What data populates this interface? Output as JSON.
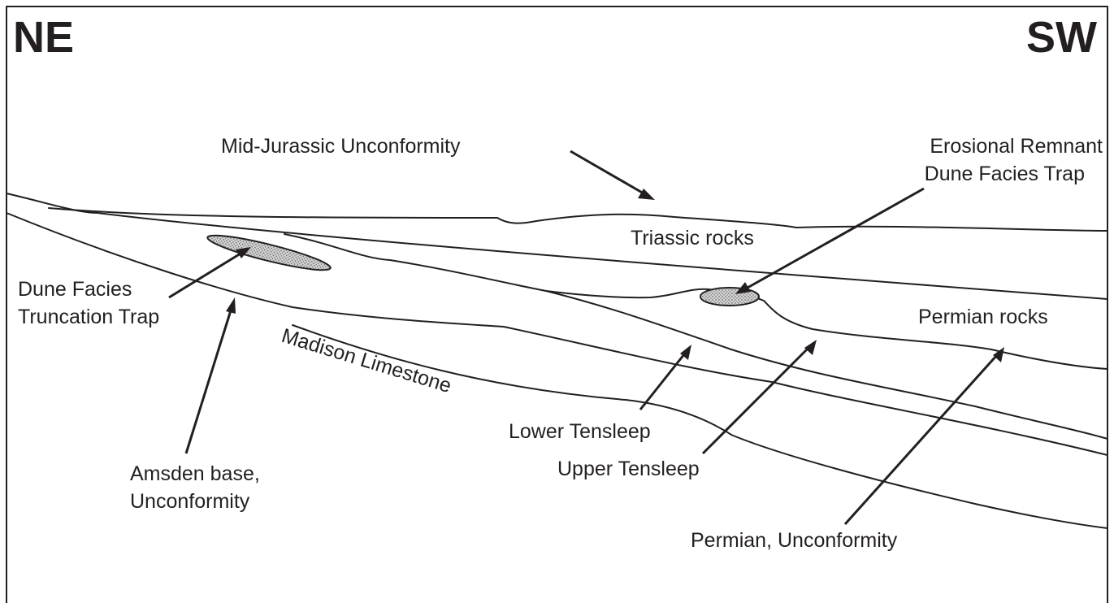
{
  "orientation": {
    "left": "NE",
    "right": "SW"
  },
  "labels": {
    "mid_jurassic": "Mid-Jurassic Unconformity",
    "erosional_line1": "Erosional Remnant",
    "erosional_line2": "Dune Facies Trap",
    "triassic": "Triassic rocks",
    "dune_truncation_line1": "Dune Facies",
    "dune_truncation_line2": "Truncation Trap",
    "madison": "Madison Limestone",
    "permian_rocks": "Permian rocks",
    "lower_tensleep": "Lower Tensleep",
    "upper_tensleep": "Upper Tensleep",
    "amsden_line1": "Amsden base,",
    "amsden_line2": "Unconformity",
    "permian_unconformity": "Permian, Unconformity"
  },
  "colors": {
    "ink": "#231f20",
    "background": "#ffffff",
    "trap_fill": "#c9c9c9"
  }
}
